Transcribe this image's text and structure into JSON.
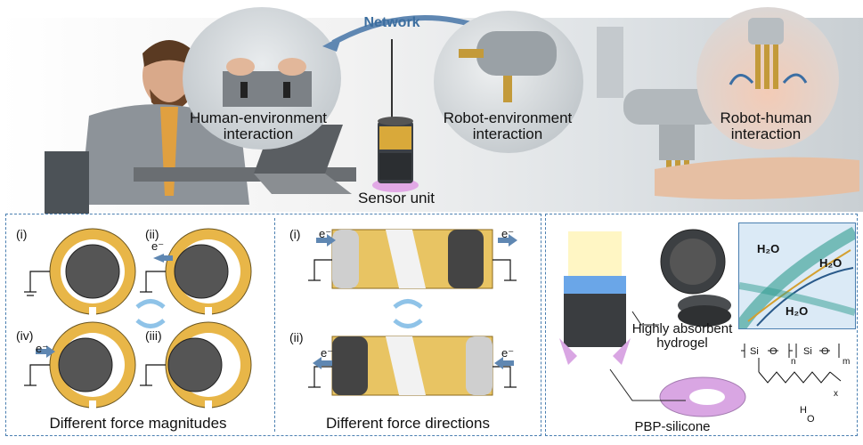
{
  "top": {
    "network_label": "Network",
    "human_env_label": "Human-environment interaction",
    "robot_env_label": "Robot-environment interaction",
    "robot_human_label": "Robot-human interaction",
    "sensor_label": "Sensor unit"
  },
  "left_panel": {
    "caption": "Different force magnitudes",
    "states": [
      "(i)",
      "(ii)",
      "(iii)",
      "(iv)"
    ],
    "electron": "e⁻"
  },
  "mid_panel": {
    "caption": "Different force directions",
    "states": [
      "(i)",
      "(ii)"
    ],
    "electron": "e⁻"
  },
  "right_panel": {
    "hydrogel_label": "Highly absorbent hydrogel",
    "silicone_label": "PBP-silicone",
    "water": "H₂O",
    "chem_n": "n",
    "chem_m": "m",
    "chem_x": "x"
  },
  "colors": {
    "accent_blue": "#3c6e9f",
    "gold": "#e8b648",
    "dark_gray": "#4a4a4a",
    "panel_border": "#4a7fb0"
  }
}
